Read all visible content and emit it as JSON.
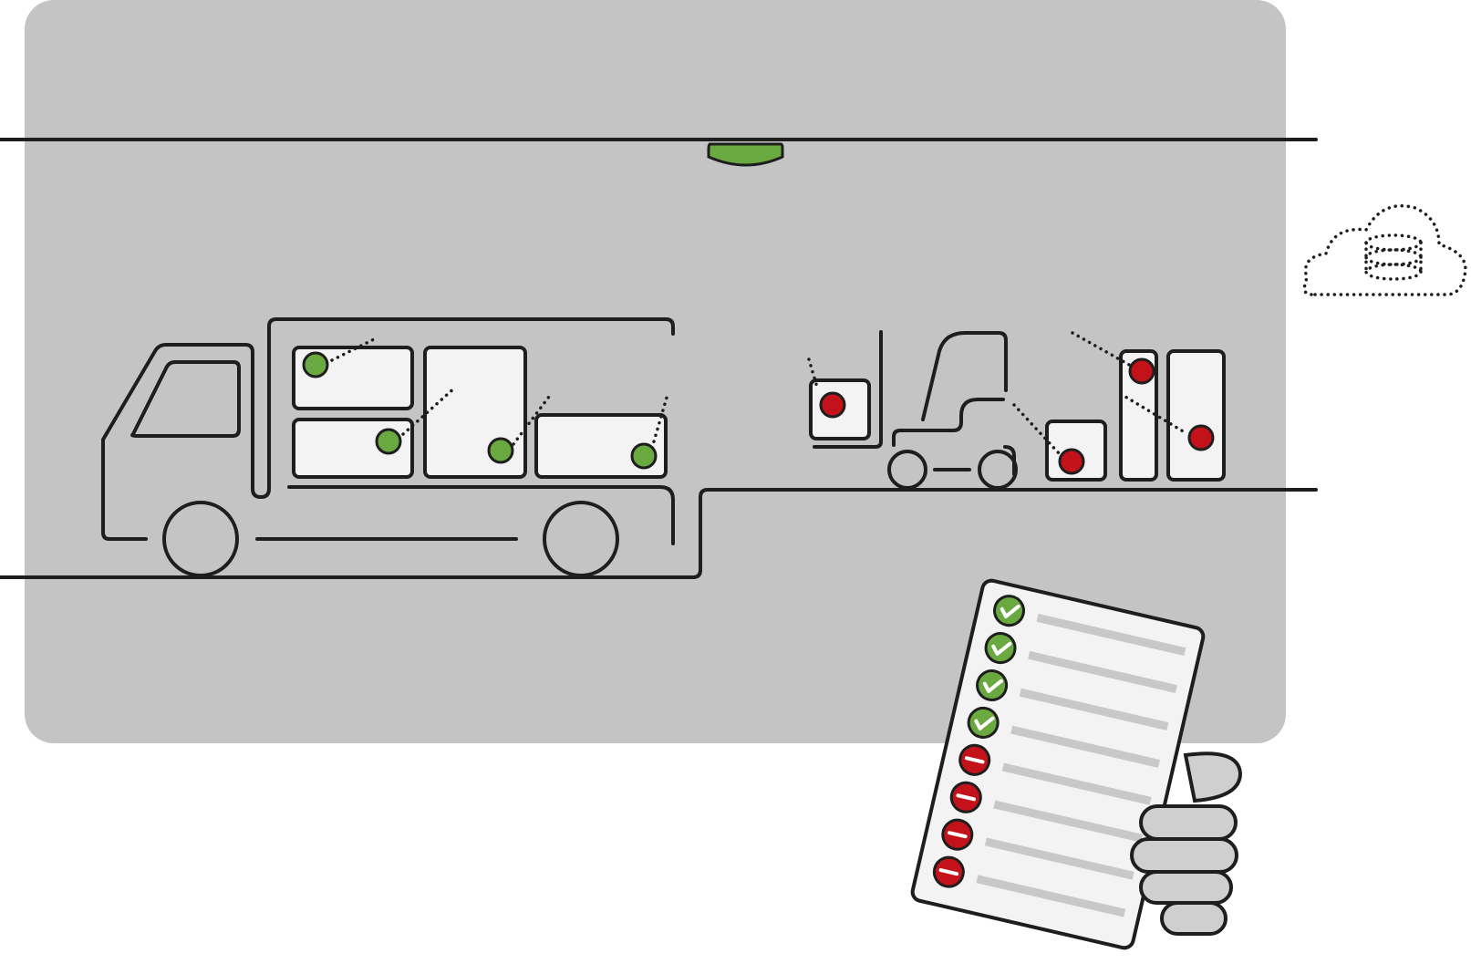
{
  "colors": {
    "background": "#ffffff",
    "zone": "#c4c4c4",
    "line": "#1e1e1e",
    "box_fill": "#f3f3f3",
    "tag_ok": "#6aa940",
    "tag_missing": "#c4121a",
    "checklist_bar": "#c8c8c8",
    "hand": "#cfcfcf"
  },
  "icons": {
    "reader": "rfid-gate-reader-icon",
    "cloud": "cloud-database-icon",
    "truck": "delivery-truck-icon",
    "forklift": "forklift-icon",
    "checklist": "checklist-clipboard-icon",
    "hand": "hand-icon",
    "check": "check-mark-icon",
    "minus": "minus-icon"
  },
  "truck_tags": [
    "ok",
    "ok",
    "ok",
    "ok"
  ],
  "warehouse_tags": [
    "missing",
    "missing",
    "missing",
    "missing"
  ],
  "checklist": {
    "items": [
      {
        "status": "ok"
      },
      {
        "status": "ok"
      },
      {
        "status": "ok"
      },
      {
        "status": "ok"
      },
      {
        "status": "missing"
      },
      {
        "status": "missing"
      },
      {
        "status": "missing"
      },
      {
        "status": "missing"
      }
    ]
  }
}
